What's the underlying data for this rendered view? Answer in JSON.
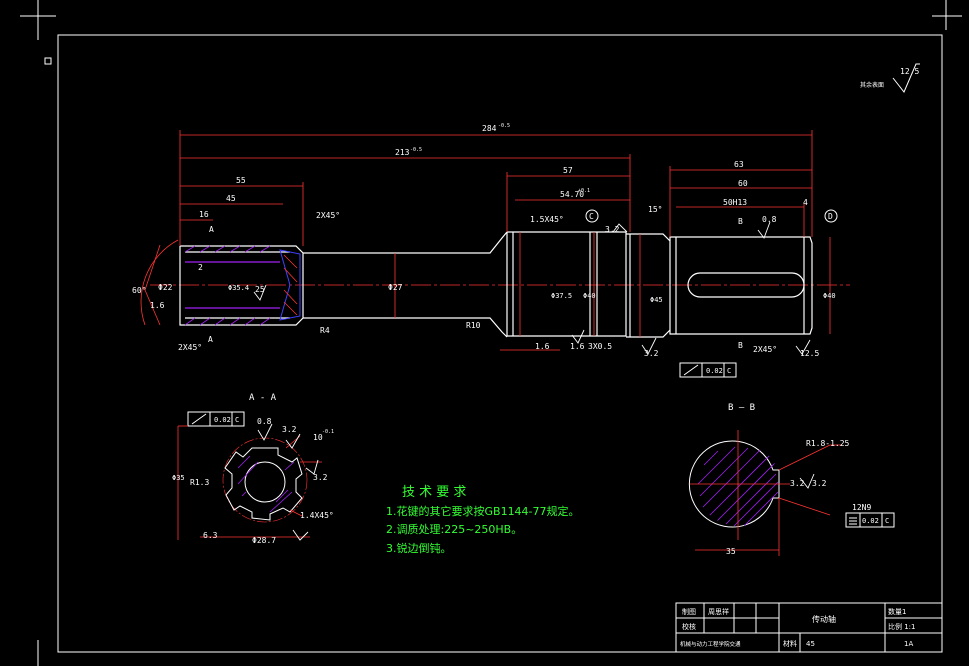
{
  "colors": {
    "background": "#000000",
    "frame": "#ffffff",
    "outline": "#ffffff",
    "dimension": "#ff3333",
    "annotation": "#ffffff",
    "centerline": "#ff3333",
    "hatch": "#a020f0",
    "hidden": "#4040ff",
    "note": "#33ff33",
    "symbol": "#ffffff"
  },
  "icons": {
    "crosshair": "crosshair-icon",
    "corner_box": "square-icon",
    "roughness": "surface-finish-icon",
    "datum": "datum-circle-icon",
    "geometric_tolerance": "gd-t-frame-icon"
  },
  "corner_roughness": {
    "value": "12.5",
    "label": "其余表面"
  },
  "main_view": {
    "overall_dims": {
      "total": "284",
      "total_tol": "-0.5",
      "partial": "213",
      "partial_tol": "-0.5"
    },
    "left_section": {
      "d55": "55",
      "d45": "45",
      "d16": "16",
      "d2": "2",
      "chamfer_l": "2X45°",
      "chamfer_bl": "2X45°",
      "angle": "60°",
      "d22": "Φ22",
      "d16b": "1.6",
      "d25": "25",
      "spline": "Φ35.4",
      "sect_a": "A",
      "sect_a2": "A",
      "r4": "R4"
    },
    "mid_section": {
      "d27": "Φ27",
      "r10": "R10",
      "d57": "57",
      "d54": "54.70",
      "d54_tol": "+0.1",
      "chamfer_15": "1.5X45°",
      "d375": "Φ37.5",
      "d40": "Φ40",
      "d45": "Φ45",
      "d16": "1.6",
      "d3x05": "3X0.5",
      "d32": "3.2",
      "d16c": "1.6",
      "d32b": "3.2",
      "angle15": "15°",
      "datum_c": "C"
    },
    "right_section": {
      "d63": "63",
      "d60": "60",
      "d50": "50H13",
      "d4": "4",
      "b_top": "B",
      "b_bot": "B",
      "d08": "0.8",
      "chamfer": "2X45°",
      "ra125": "12.5",
      "d40r": "Φ40",
      "datum_d": "D"
    },
    "tolerance_frame": {
      "value": "0.02",
      "datum": "C"
    }
  },
  "view_aa": {
    "title": "A - A",
    "frame_value": "0.02",
    "frame_datum": "C",
    "ra08": "0.8",
    "ra32": "3.2",
    "d10": "10",
    "d10_tol": "-0.1",
    "d32b": "3.2",
    "dia": "Φ35",
    "r13": "R1.3",
    "d63": "6.3",
    "chamfer": "1.4X45°",
    "d287": "Φ28.7"
  },
  "view_bb": {
    "title": "B — B",
    "r": "R1.8-1.25",
    "ra32": "3.2",
    "ra32b": "3.2",
    "key": "12N9",
    "frame_value": "0.02",
    "frame_datum": "C",
    "d35": "35"
  },
  "notes": {
    "title": "技 术 要 求",
    "items": [
      "1.花键的其它要求按GB1144-77规定。",
      "2.调质处理:225~250HB。",
      "3.锐边倒钝。"
    ]
  },
  "title_block": {
    "row1": {
      "c1": "制图",
      "c2": "周思祥",
      "c3": "",
      "c4": "",
      "name": "传动轴",
      "qty": "数量1"
    },
    "row2": {
      "c1": "校核",
      "c2": "",
      "c3": "",
      "c4": "",
      "scale": "比例 1:1"
    },
    "row3": {
      "school": "机械与动力工程学院交通",
      "mat": "材料",
      "mat_v": "45",
      "sheet": "1A"
    }
  }
}
